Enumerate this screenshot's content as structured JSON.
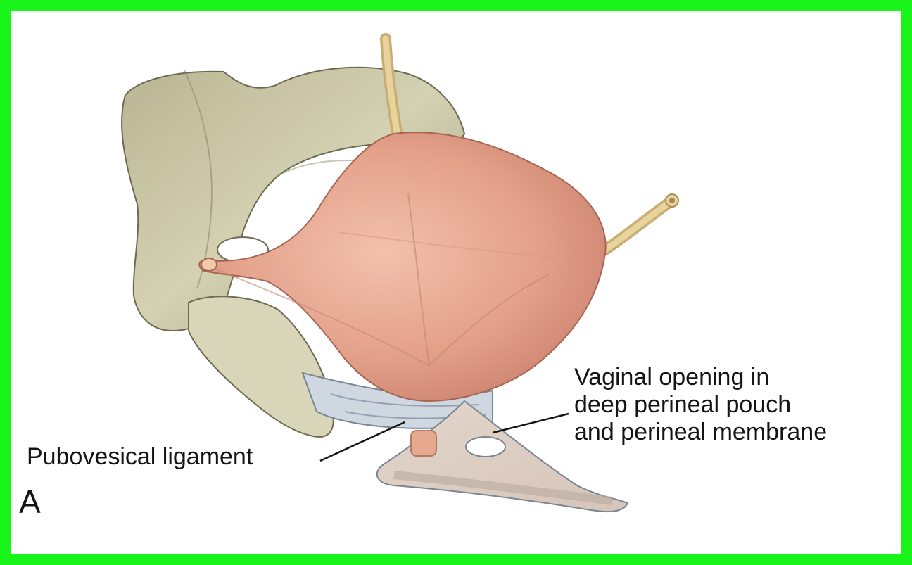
{
  "figure": {
    "panel_letter": "A",
    "labels": {
      "vaginal_opening": [
        "Vaginal opening in",
        "deep perineal pouch",
        "and perineal membrane"
      ],
      "pubovesical": "Pubovesical ligament"
    }
  },
  "colors": {
    "border": "#19f51b",
    "bone": "#c9c6a5",
    "bladder": "#e3a089",
    "ureter": "#d9c089",
    "ligament": "#cfd7e0"
  }
}
